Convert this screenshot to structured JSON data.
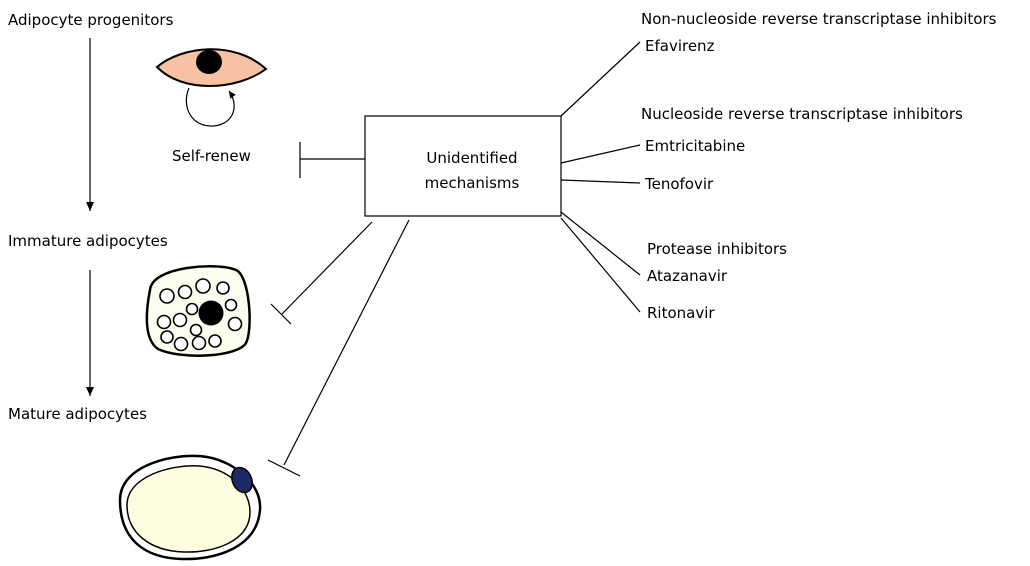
{
  "stages": {
    "progenitors": "Adipocyte progenitors",
    "self_renew": "Self-renew",
    "immature": "Immature adipocytes",
    "mature": "Mature adipocytes"
  },
  "mechanism": {
    "line1": "Unidentified",
    "line2": "mechanisms"
  },
  "drug_classes": [
    {
      "class_name": "Non-nucleoside reverse transcriptase inhibitors",
      "drugs": [
        "Efavirenz"
      ]
    },
    {
      "class_name": "Nucleoside reverse transcriptase inhibitors",
      "drugs": [
        "Emtricitabine",
        "Tenofovir"
      ]
    },
    {
      "class_name": "Protease inhibitors",
      "drugs": [
        "Atazanavir",
        "Ritonavir"
      ]
    }
  ],
  "colors": {
    "progenitor_cell_fill": "#f7c2a3",
    "mature_cell_fill": "#fdfde0",
    "mature_nucleus_fill": "#1e2a66",
    "line": "#000000"
  }
}
